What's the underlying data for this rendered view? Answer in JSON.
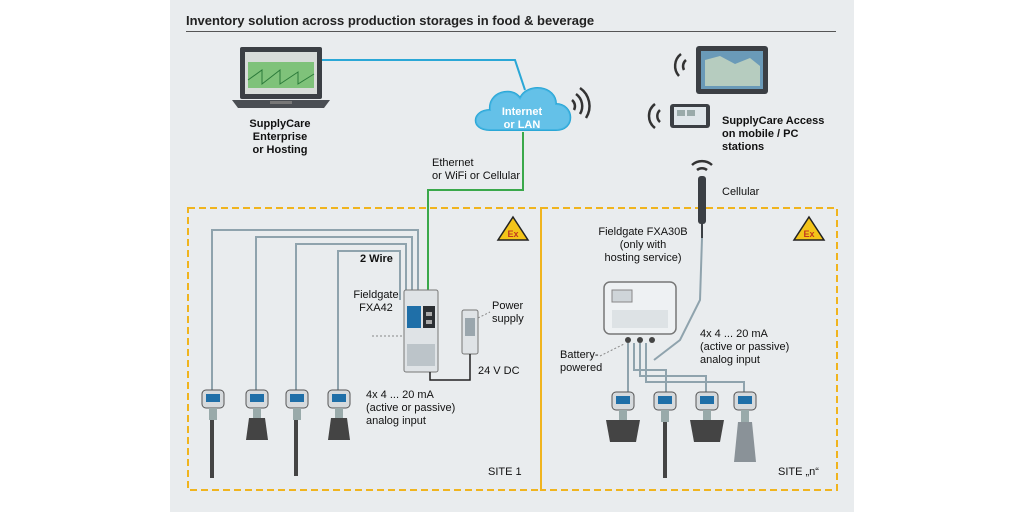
{
  "title": "Inventory solution across production storages in food & beverage",
  "labels": {
    "enterprise": "SupplyCare\nEnterprise\nor Hosting",
    "cloud": "Internet\nor LAN",
    "mobile_access": "SupplyCare Access\non mobile / PC\nstations",
    "ethernet": "Ethernet\nor WiFi or Cellular",
    "cellular": "Cellular",
    "two_wire": "2 Wire",
    "fxa42": "Fieldgate\nFXA42",
    "power_supply": "Power\nsupply",
    "voltage": "24 V DC",
    "analog_site1": "4x 4 ... 20 mA\n(active or passive)\nanalog input",
    "site1": "SITE 1",
    "fxa30b": "Fieldgate FXA30B\n(only with\nhosting service)",
    "analog_site2": "4x 4 ... 20 mA\n(active or passive)\nanalog input",
    "battery": "Battery-\npowered",
    "site_n": "SITE „n“"
  },
  "colors": {
    "dashed_border": "#f0b41e",
    "internet_link": "#2aa7d6",
    "ethernet_link": "#3aa84a",
    "sensor_cable": "#8fa3ad",
    "device_blue": "#1f6fa8"
  },
  "icons": [
    "laptop-icon",
    "cloud-icon",
    "wifi-icon",
    "tablet-icon",
    "phone-icon",
    "antenna-icon",
    "ex-warning-icon",
    "radar-sensor-icon",
    "rod-sensor-icon"
  ]
}
